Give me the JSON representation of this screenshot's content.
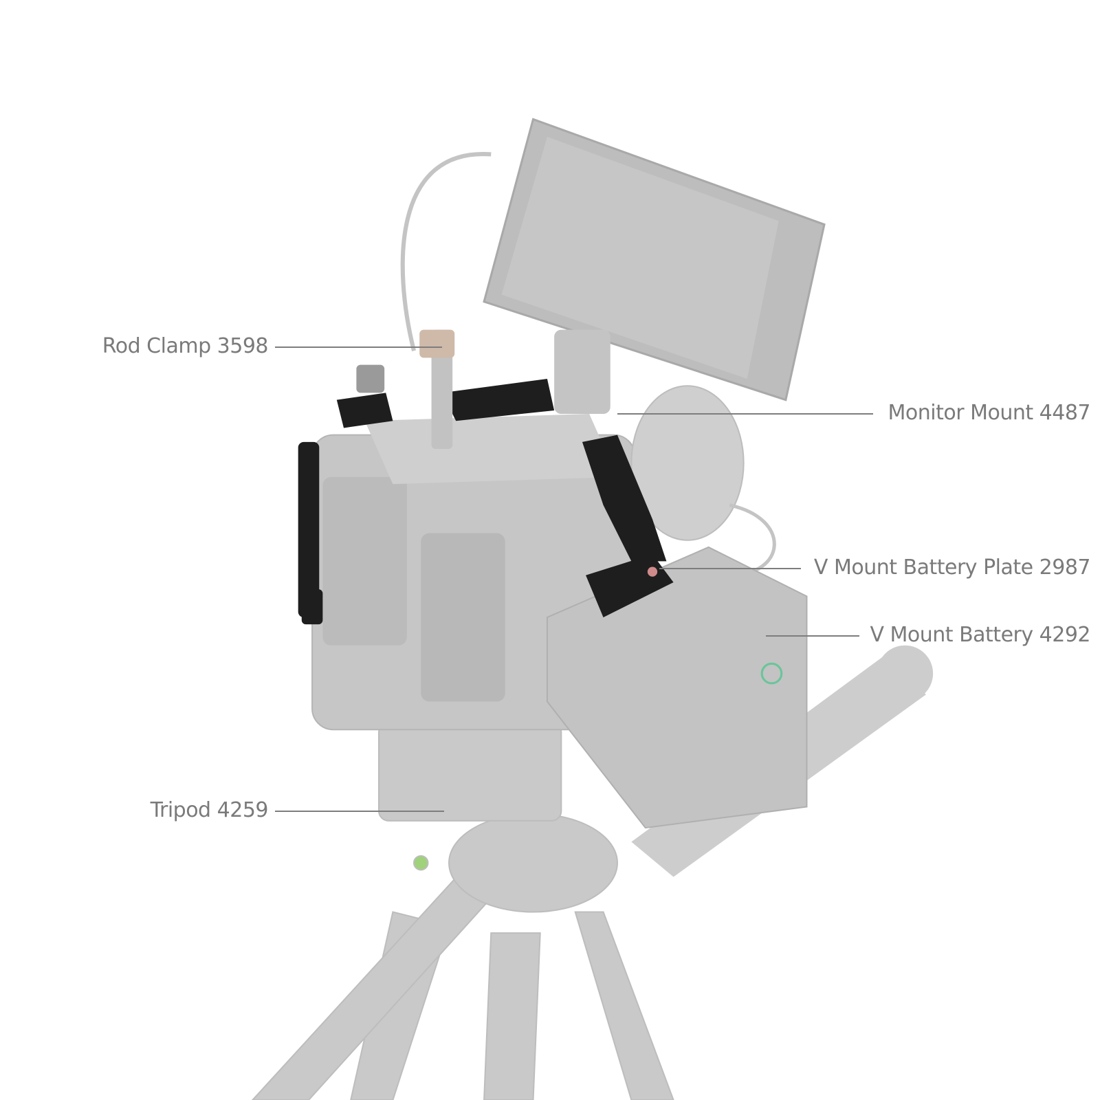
{
  "callouts": {
    "rod_clamp": "Rod Clamp 3598",
    "monitor_mount": "Monitor Mount 4487",
    "battery_plate": "V Mount Battery Plate 2987",
    "battery": "V Mount Battery 4292",
    "tripod": "Tripod 4259"
  },
  "colors": {
    "text": "#7a7a7a",
    "product_grey": "#c8c8c8",
    "cage_black": "#1e1e1e"
  }
}
